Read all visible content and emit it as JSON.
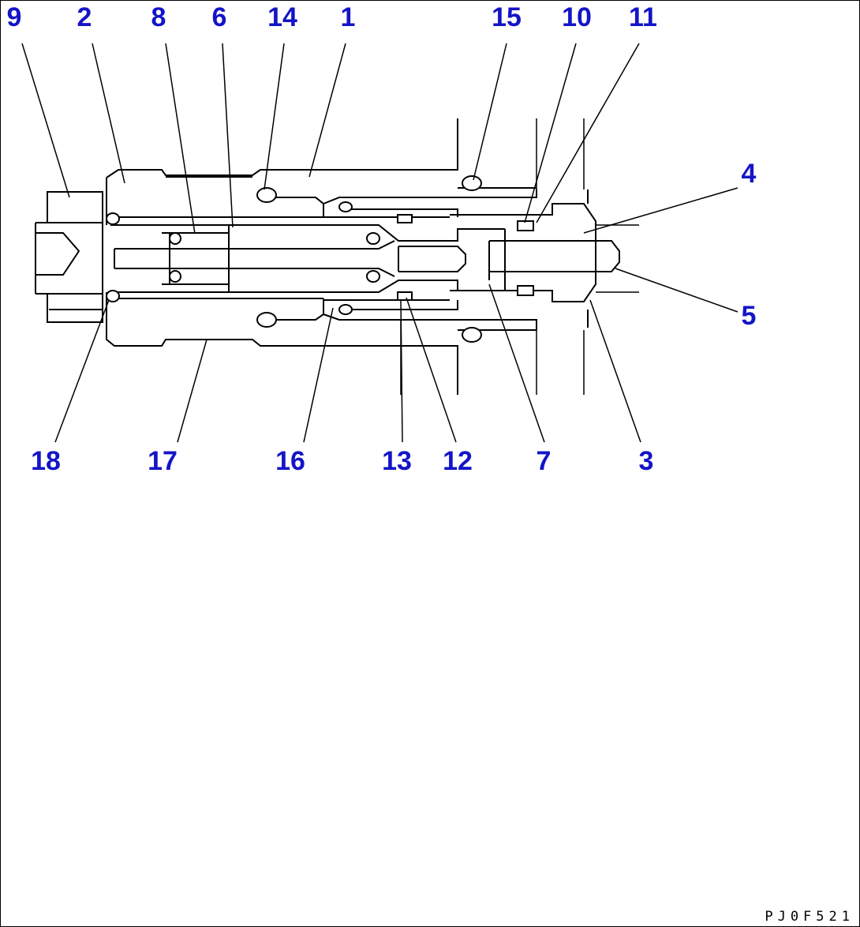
{
  "callouts": {
    "c9": "9",
    "c2": "2",
    "c8": "8",
    "c6": "6",
    "c14": "14",
    "c1": "1",
    "c15": "15",
    "c10": "10",
    "c11": "11",
    "c4": "4",
    "c5": "5",
    "c18": "18",
    "c17": "17",
    "c16": "16",
    "c13": "13",
    "c12": "12",
    "c7": "7",
    "c3": "3"
  },
  "drawing_code": "PJ0F521",
  "colors": {
    "callout": "#1414c8",
    "line": "#000000",
    "background": "#ffffff"
  }
}
